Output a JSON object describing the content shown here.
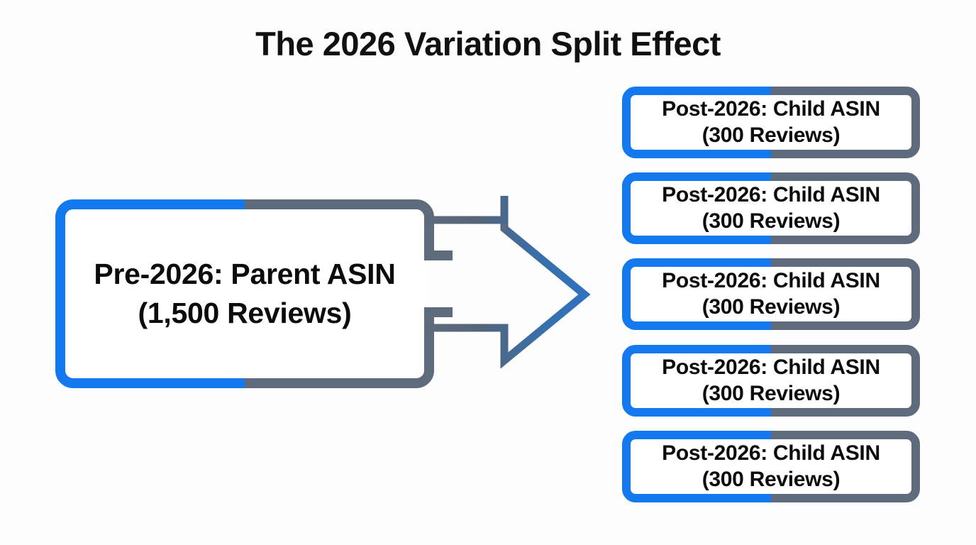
{
  "page": {
    "title": "The 2026 Variation Split Effect",
    "background_color": "#fdfdfd"
  },
  "colors": {
    "accent_blue": "#1478ef",
    "slate_gray": "#5e6b7d",
    "text": "#0c0c0c",
    "box_fill": "#ffffff"
  },
  "parent": {
    "line1": "Pre-2026: Parent ASIN",
    "line2": "(1,500 Reviews)",
    "reviews": 1500,
    "label": "Pre-2026: Parent ASIN (1,500 Reviews)"
  },
  "arrow": {
    "name": "split-arrow",
    "direction": "right",
    "gradient_from": "#5e6b7d",
    "gradient_to": "#2f72c0"
  },
  "children": [
    {
      "line1": "Post-2026: Child ASIN",
      "line2": "(300 Reviews)",
      "reviews": 300
    },
    {
      "line1": "Post-2026: Child ASIN",
      "line2": "(300 Reviews)",
      "reviews": 300
    },
    {
      "line1": "Post-2026: Child ASIN",
      "line2": "(300 Reviews)",
      "reviews": 300
    },
    {
      "line1": "Post-2026: Child ASIN",
      "line2": "(300 Reviews)",
      "reviews": 300
    },
    {
      "line1": "Post-2026: Child ASIN",
      "line2": "(300 Reviews)",
      "reviews": 300
    }
  ],
  "chart_data": {
    "type": "diagram",
    "title": "The 2026 Variation Split Effect",
    "nodes": [
      {
        "id": "parent",
        "label": "Pre-2026: Parent ASIN (1,500 Reviews)",
        "reviews": 1500
      },
      {
        "id": "child-1",
        "label": "Post-2026: Child ASIN (300 Reviews)",
        "reviews": 300
      },
      {
        "id": "child-2",
        "label": "Post-2026: Child ASIN (300 Reviews)",
        "reviews": 300
      },
      {
        "id": "child-3",
        "label": "Post-2026: Child ASIN (300 Reviews)",
        "reviews": 300
      },
      {
        "id": "child-4",
        "label": "Post-2026: Child ASIN (300 Reviews)",
        "reviews": 300
      },
      {
        "id": "child-5",
        "label": "Post-2026: Child ASIN (300 Reviews)",
        "reviews": 300
      }
    ],
    "edges": [
      {
        "from": "parent",
        "to": "child-1"
      },
      {
        "from": "parent",
        "to": "child-2"
      },
      {
        "from": "parent",
        "to": "child-3"
      },
      {
        "from": "parent",
        "to": "child-4"
      },
      {
        "from": "parent",
        "to": "child-5"
      }
    ]
  }
}
